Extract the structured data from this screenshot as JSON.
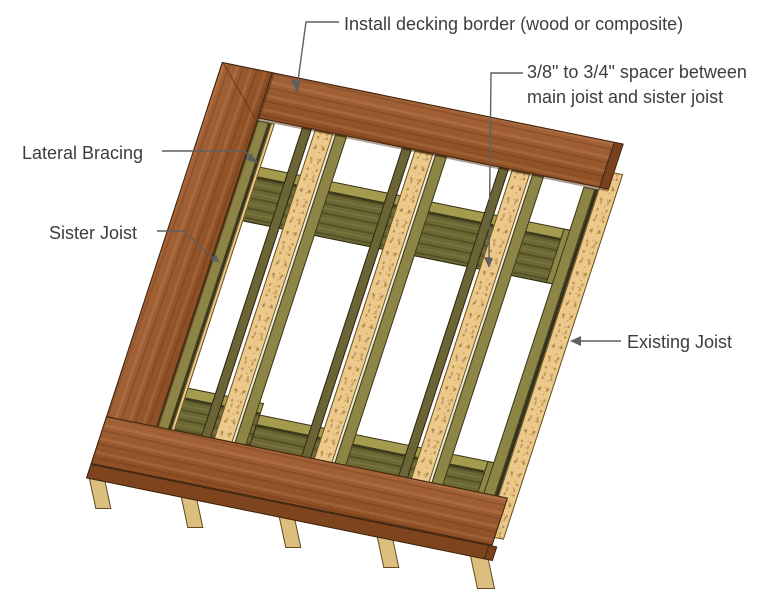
{
  "diagram": {
    "labels": {
      "install_border": "Install decking border (wood or composite)",
      "spacer_line1": "3/8\" to 3/4\" spacer between",
      "spacer_line2": "main joist and sister joist",
      "lateral_bracing": "Lateral Bracing",
      "sister_joist": "Sister Joist",
      "existing_joist": "Existing Joist"
    },
    "colors": {
      "background": "#ffffff",
      "border-brown": "#9c5628",
      "border-brown-face": "#7d441e",
      "border-end-grain": "#7a421c",
      "joist-tan": "#ecc98b",
      "joist-tab": "#dcbe7e",
      "sister-olive": "#8d8545",
      "joist-side-olive": "#6b6434",
      "bracing-top": "#a49b4f",
      "bracing-face": "#6c6834",
      "bracing-end": "#8f8748",
      "edge-dark": "#3c240e",
      "label-text": "#3d3d3d",
      "leader-line": "#5f5f5f"
    }
  }
}
